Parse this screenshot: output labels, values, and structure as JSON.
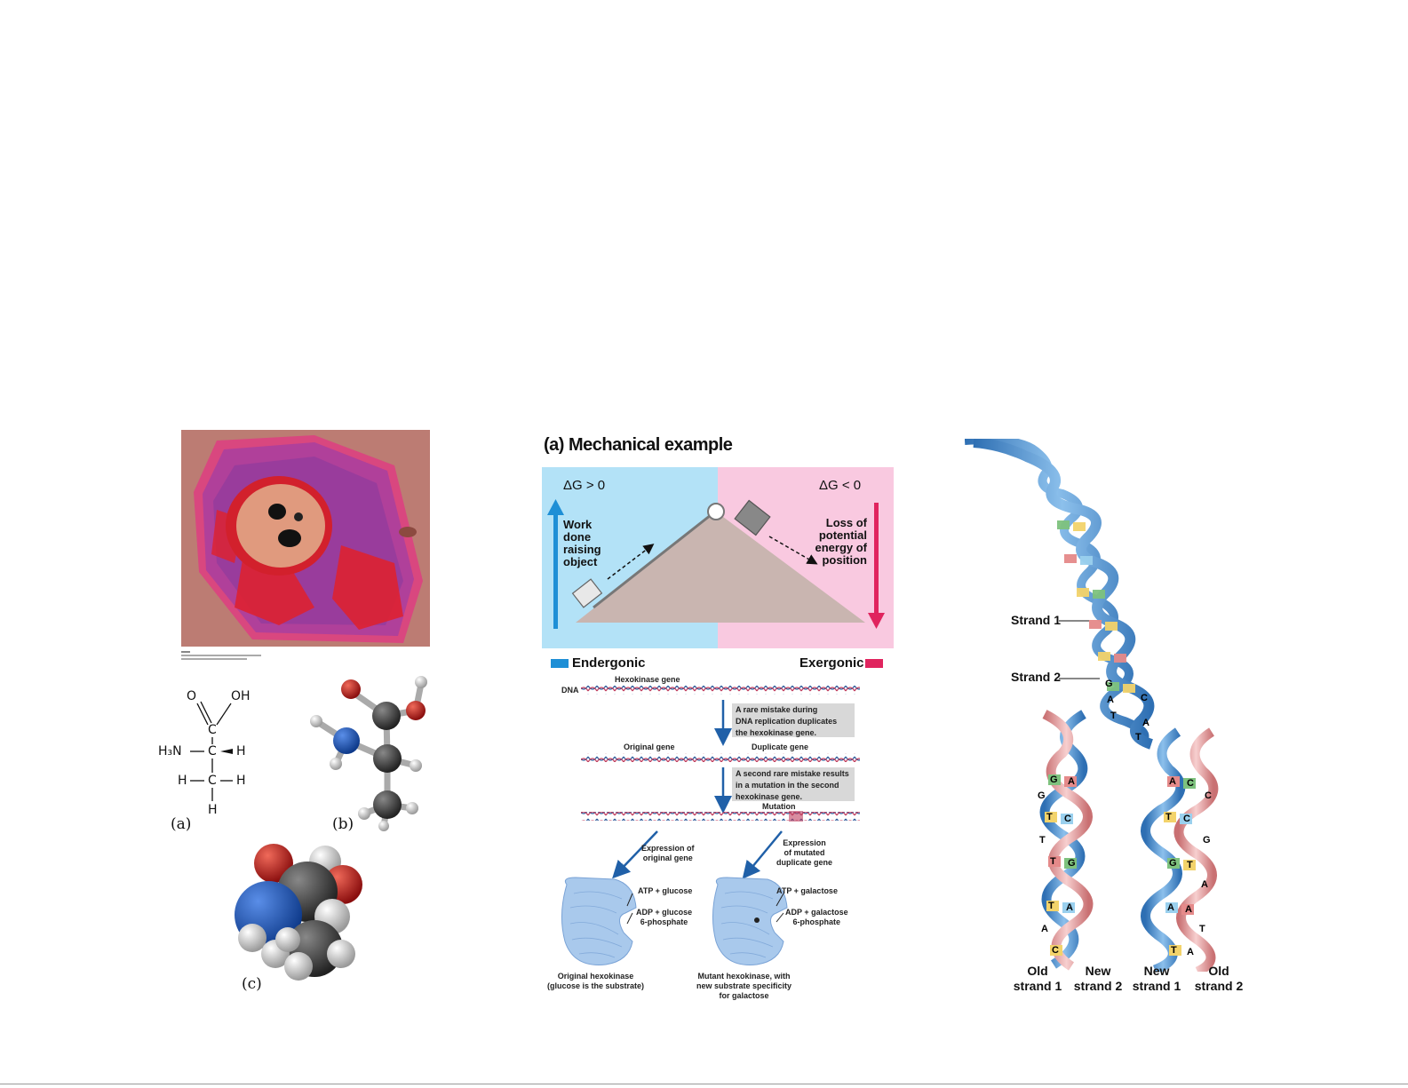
{
  "colors": {
    "endergonic": "#1e8fd6",
    "exergonic": "#e0245e",
    "endergonic_bg": "#b3e2f7",
    "exergonic_bg": "#f9c9e0",
    "ramp": "#c9b5b0",
    "strand_blue": "#4b8fcf",
    "strand_pink": "#e8a7a8"
  },
  "cell_micrograph": {
    "icon": "cell-micrograph-image"
  },
  "amino_acid": {
    "structural_formula": {
      "o": "O",
      "oh": "OH",
      "c_top": "C",
      "h3n": "H₃N",
      "c_mid": "C",
      "h_right": "H",
      "h_left_bottom": "H",
      "c_bottom": "C",
      "h_right_bottom": "H",
      "h_bottom": "H",
      "label": "(a)"
    },
    "ball_and_stick_label": "(b)",
    "space_filling_label": "(c)"
  },
  "energy_diagram": {
    "title": "(a) Mechanical example",
    "left_delta": "ΔG > 0",
    "right_delta": "ΔG < 0",
    "left_text": [
      "Work",
      "done",
      "raising",
      "object"
    ],
    "right_text": [
      "Loss of",
      "potential",
      "energy of",
      "position"
    ],
    "legend_left": "Endergonic",
    "legend_right": "Exergonic"
  },
  "gene_duplication": {
    "gene_label": "Hexokinase gene",
    "dna_label": "DNA",
    "note1": [
      "A rare mistake during",
      "DNA replication duplicates",
      "the hexokinase gene."
    ],
    "original_gene": "Original gene",
    "duplicate_gene": "Duplicate gene",
    "note2": [
      "A second rare mistake results",
      "in a mutation in the second",
      "hexokinase gene."
    ],
    "mutation": "Mutation",
    "expr_left": [
      "Expression of",
      "original gene"
    ],
    "expr_right": [
      "Expression",
      "of mutated",
      "duplicate gene"
    ],
    "left_reaction_top": "ATP + glucose",
    "left_reaction_bottom": [
      "ADP + glucose",
      "6-phosphate"
    ],
    "right_reaction_top": "ATP + galactose",
    "right_reaction_bottom": [
      "ADP + galactose",
      "6-phosphate"
    ],
    "left_caption": [
      "Original hexokinase",
      "(glucose is the substrate)"
    ],
    "right_caption": [
      "Mutant hexokinase, with",
      "new substrate specificity",
      "for galactose"
    ]
  },
  "dna_replication": {
    "strand1": "Strand 1",
    "strand2": "Strand 2",
    "bases_top": [
      "G",
      "A",
      "T",
      "T",
      "C",
      "A"
    ],
    "bases_left": [
      "G",
      "A",
      "T",
      "C",
      "T",
      "G",
      "T",
      "A",
      "C",
      "G",
      "T",
      "A"
    ],
    "bases_right": [
      "A",
      "C",
      "T",
      "C",
      "G",
      "T",
      "A",
      "A",
      "T",
      "C",
      "G",
      "A",
      "T",
      "A"
    ],
    "bottom_labels": [
      [
        "Old",
        "strand 1"
      ],
      [
        "New",
        "strand 2"
      ],
      [
        "New",
        "strand 1"
      ],
      [
        "Old",
        "strand 2"
      ]
    ]
  }
}
